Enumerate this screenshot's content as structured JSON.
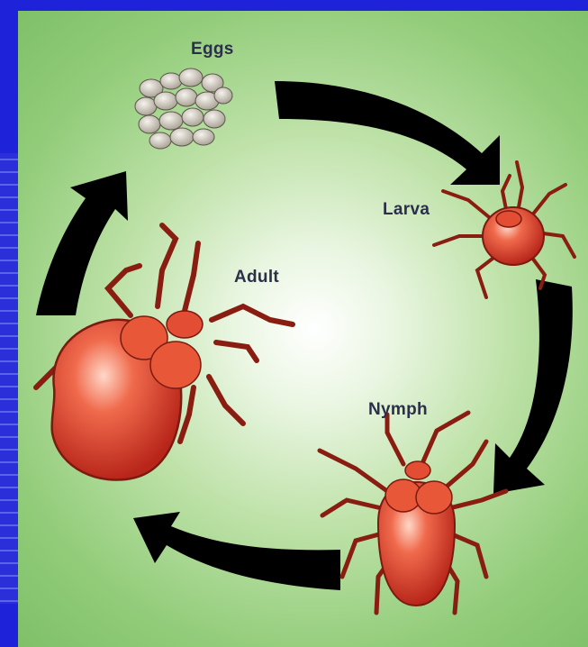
{
  "stages": {
    "eggs": "Eggs",
    "larva": "Larva",
    "nymph": "Nymph",
    "adult": "Adult"
  },
  "colors": {
    "frame": "#1e22d8",
    "background_center": "#ffffff",
    "background_edge": "#7fc068",
    "arrow": "#000000",
    "mite": "#e0442a",
    "egg": "#d8d2c6"
  }
}
